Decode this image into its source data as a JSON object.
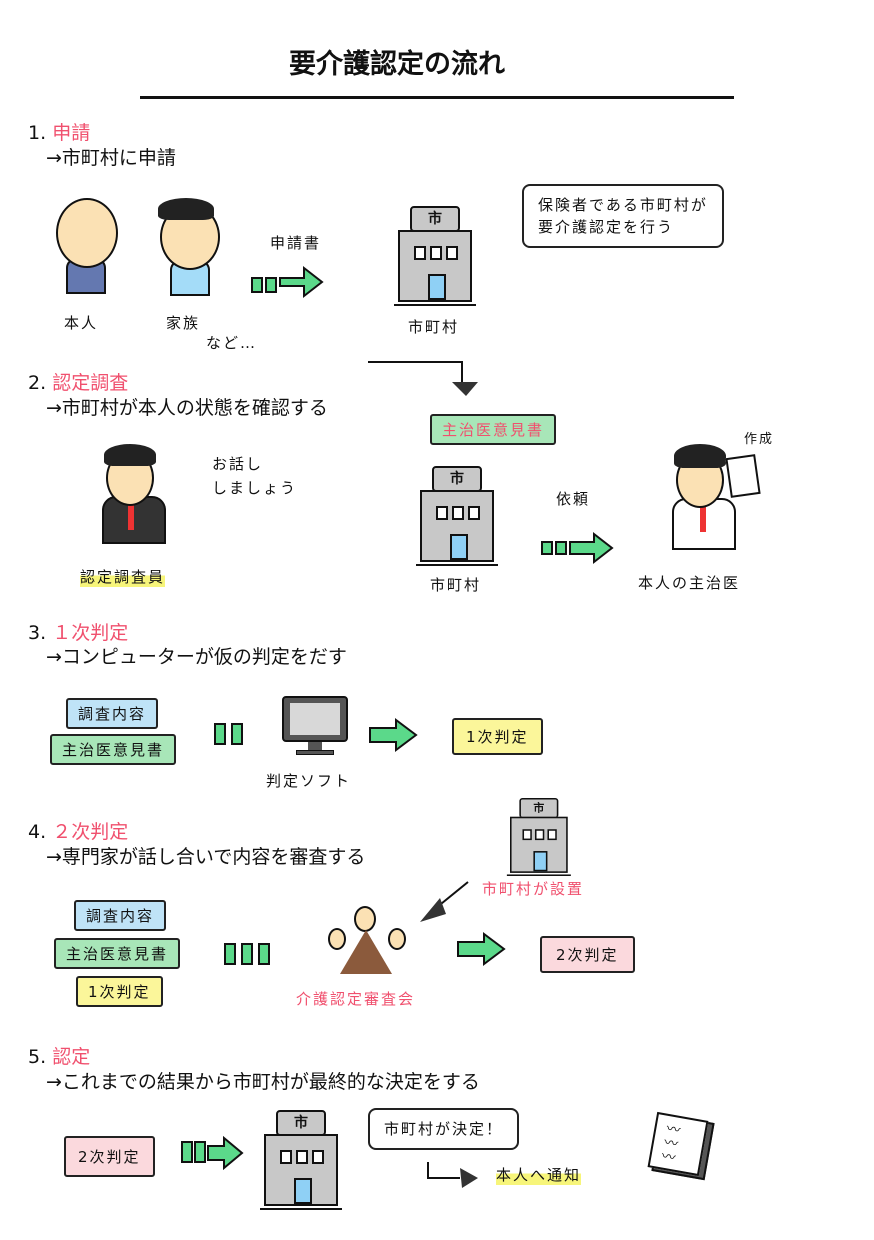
{
  "title": "要介護認定の流れ",
  "sections": [
    {
      "num": "1.",
      "name": "申請",
      "desc": "→市町村に申請"
    },
    {
      "num": "2.",
      "name": "認定調査",
      "desc": "→市町村が本人の状態を確認する"
    },
    {
      "num": "3.",
      "name": "１次判定",
      "desc": "→コンピューターが仮の判定をだす"
    },
    {
      "num": "4.",
      "name": "２次判定",
      "desc": "→専門家が話し合いで内容を審査する"
    },
    {
      "num": "5.",
      "name": "認定",
      "desc": "→これまでの結果から市町村が最終的な決定をする"
    }
  ],
  "s1": {
    "person1": "本人",
    "person2": "家族",
    "etc": "など…",
    "doc": "申請書",
    "city": "市町村",
    "bubble1": "保険者である市町村が",
    "bubble2": "要介護認定を行う"
  },
  "s2": {
    "investigator": "認定調査員",
    "speech1": "お話し",
    "speech2": "しましょう",
    "opinion": "主治医意見書",
    "city": "市町村",
    "request": "依頼",
    "doctor": "本人の主治医",
    "create": "作成"
  },
  "s3": {
    "item1": "調査内容",
    "item2": "主治医意見書",
    "software": "判定ソフト",
    "result": "1次判定"
  },
  "s4": {
    "item1": "調査内容",
    "item2": "主治医意見書",
    "item3": "1次判定",
    "established": "市町村が設置",
    "committee": "介護認定審査会",
    "result": "2次判定"
  },
  "s5": {
    "input": "2次判定",
    "bubble": "市町村が決定！",
    "notify": "本人へ通知"
  },
  "building_sign": "市",
  "colors": {
    "accent": "#f0506e",
    "green": "#5bd98a",
    "blue": "#bfe3f7",
    "yellow": "#fbf69a",
    "pink": "#fbd9dd"
  }
}
